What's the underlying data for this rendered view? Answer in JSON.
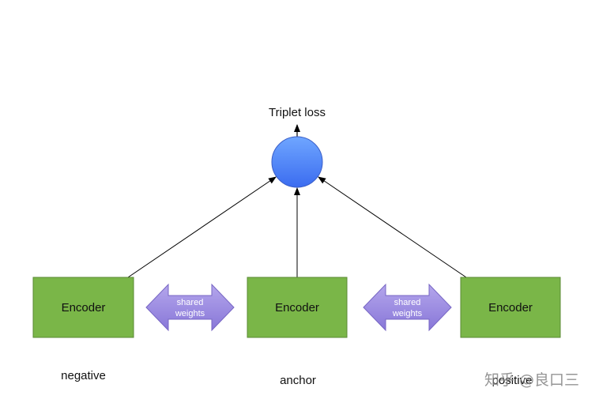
{
  "title": "Triplet loss",
  "encoders": [
    {
      "label": "Encoder",
      "caption": "negative"
    },
    {
      "label": "Encoder",
      "caption": "anchor"
    },
    {
      "label": "Encoder",
      "caption": "positive"
    }
  ],
  "shared": [
    {
      "line1": "shared",
      "line2": "weights"
    },
    {
      "line1": "shared",
      "line2": "weights"
    }
  ],
  "watermark": "知乎 @良口三",
  "colors": {
    "encoder_fill": "#7ab648",
    "encoder_stroke": "#5a8a33",
    "circle_top": "#6fa6ff",
    "circle_bottom": "#3b6cf0",
    "arrow_fill_top": "#b4a6ec",
    "arrow_fill_bottom": "#8877d8",
    "arrow_stroke": "#7766c4"
  }
}
